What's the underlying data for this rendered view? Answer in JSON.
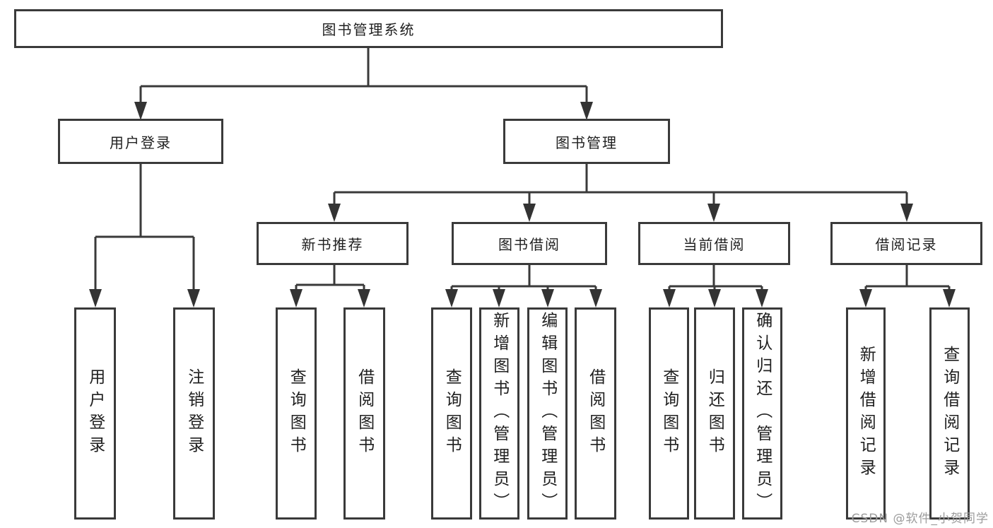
{
  "colors": {
    "line": "#3a3a3a",
    "box_border": "#3a3a3a",
    "text": "#1f1f1f",
    "watermark": "#9c9c9c"
  },
  "watermark": "CSDN @软件_小贺同学",
  "tree": {
    "label": "图书管理系统",
    "children": [
      {
        "label": "用户登录",
        "children": [
          {
            "label": "用户登录"
          },
          {
            "label": "注销登录"
          }
        ]
      },
      {
        "label": "图书管理",
        "children": [
          {
            "label": "新书推荐",
            "children": [
              {
                "label": "查询图书"
              },
              {
                "label": "借阅图书"
              }
            ]
          },
          {
            "label": "图书借阅",
            "children": [
              {
                "label": "查询图书"
              },
              {
                "label": "新增图书（管理员）"
              },
              {
                "label": "编辑图书（管理员）"
              },
              {
                "label": "借阅图书"
              }
            ]
          },
          {
            "label": "当前借阅",
            "children": [
              {
                "label": "查询图书"
              },
              {
                "label": "归还图书"
              },
              {
                "label": "确认归还（管理员）"
              }
            ]
          },
          {
            "label": "借阅记录",
            "children": [
              {
                "label": "新增借阅记录"
              },
              {
                "label": "查询借阅记录"
              }
            ]
          }
        ]
      }
    ]
  }
}
